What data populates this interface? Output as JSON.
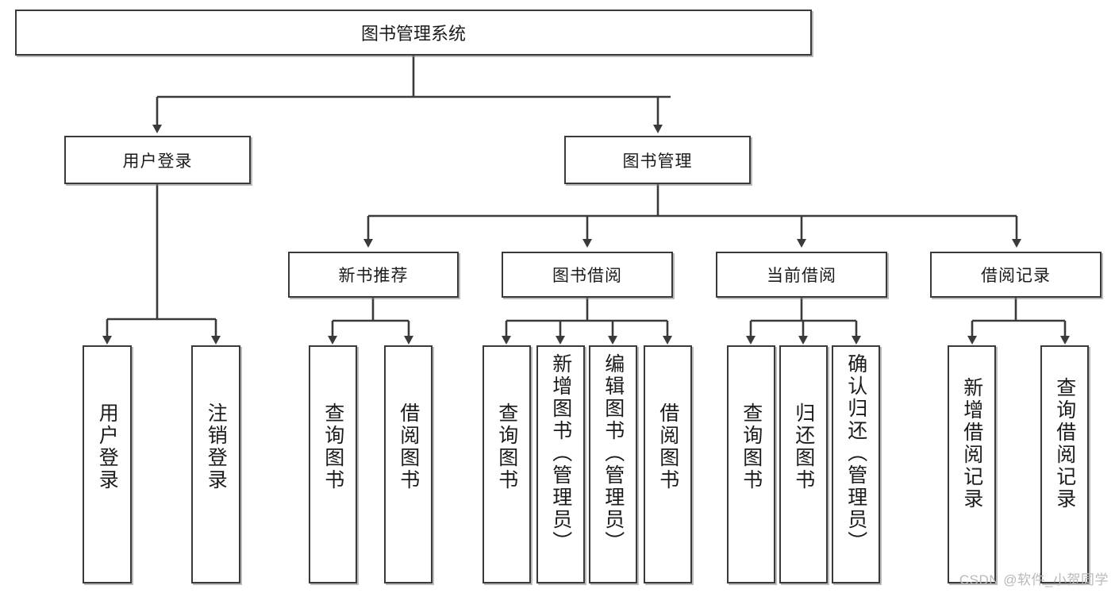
{
  "diagram": {
    "title": "图书管理系统",
    "type": "hierarchy-tree",
    "root": {
      "label": "图书管理系统"
    },
    "level1": [
      {
        "label": "用户登录"
      },
      {
        "label": "图书管理"
      }
    ],
    "level2": [
      {
        "label": "新书推荐"
      },
      {
        "label": "图书借阅"
      },
      {
        "label": "当前借阅"
      },
      {
        "label": "借阅记录"
      }
    ],
    "leaves": {
      "user_login": [
        {
          "label": "用户登录"
        },
        {
          "label": "注销登录"
        }
      ],
      "new_book_recommend": [
        {
          "label": "查询图书"
        },
        {
          "label": "借阅图书"
        }
      ],
      "book_borrow": [
        {
          "label": "查询图书"
        },
        {
          "label": "新增图书（管理员）"
        },
        {
          "label": "编辑图书（管理员）"
        },
        {
          "label": "借阅图书"
        }
      ],
      "current_borrow": [
        {
          "label": "查询图书"
        },
        {
          "label": "归还图书"
        },
        {
          "label": "确认归还（管理员）"
        }
      ],
      "borrow_record": [
        {
          "label": "新增借阅记录"
        },
        {
          "label": "查询借阅记录"
        }
      ]
    },
    "watermark": "CSDN @软件_小贺同学",
    "colors": {
      "box_border": "#3a3a3a",
      "box_fill": "#ffffff",
      "line": "#3a3a3a",
      "text": "#1b1b1b",
      "watermark": "#b9b9b9"
    }
  }
}
